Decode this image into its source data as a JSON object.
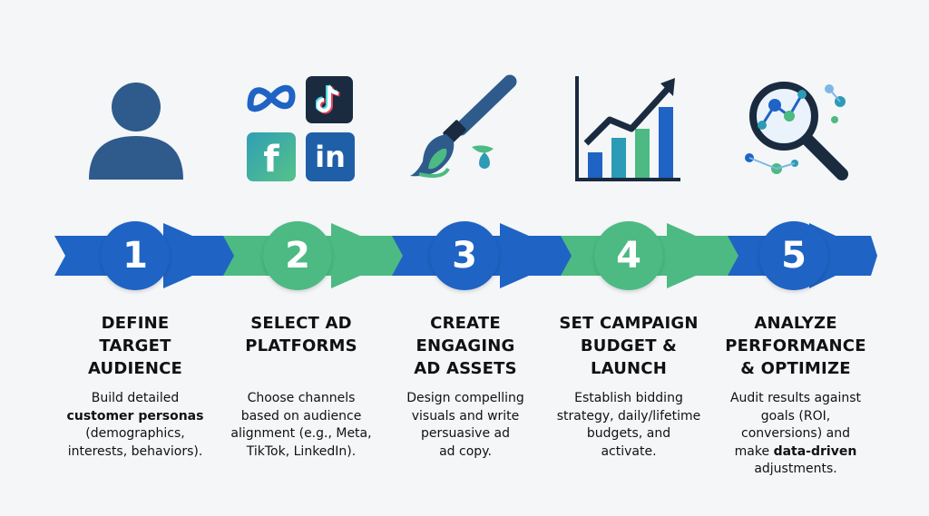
{
  "colors": {
    "blue": "#1f63c4",
    "green": "#4cba82",
    "dark_navy": "#1a2b40",
    "person": "#2e5b8c",
    "light_blue": "#7fb6e8",
    "teal": "#2c9bb5"
  },
  "steps": [
    {
      "number": "1",
      "circle_color": "#1f63c4",
      "icon": "person-icon",
      "title_lines": [
        "DEFINE",
        "TARGET",
        "AUDIENCE"
      ],
      "desc": {
        "pre": "Build detailed",
        "bold": "customer personas",
        "post_lines": [
          "(demographics,",
          "interests, behaviors)."
        ]
      }
    },
    {
      "number": "2",
      "circle_color": "#4cba82",
      "icon": "social-platforms-icon",
      "platform_badges": [
        "meta-icon",
        "tiktok-icon",
        "facebook-icon",
        "linkedin-icon"
      ],
      "linkedin_text": "in",
      "facebook_text": "f",
      "title_lines": [
        "SELECT AD",
        "PLATFORMS"
      ],
      "desc_lines": [
        "Choose channels",
        "based on audience",
        "alignment (e.g., Meta,",
        "TikTok, LinkedIn)."
      ]
    },
    {
      "number": "3",
      "circle_color": "#1f63c4",
      "icon": "paintbrush-icon",
      "title_lines": [
        "CREATE",
        "ENGAGING",
        "AD ASSETS"
      ],
      "desc_lines": [
        "Design compelling",
        "visuals and write",
        "persuasive ad",
        "ad copy."
      ]
    },
    {
      "number": "4",
      "circle_color": "#4cba82",
      "icon": "growth-chart-icon",
      "title_lines": [
        "SET CAMPAIGN",
        "BUDGET &",
        "LAUNCH"
      ],
      "desc_lines": [
        "Establish bidding",
        "strategy, daily/lifetime",
        "budgets, and",
        "activate."
      ]
    },
    {
      "number": "5",
      "circle_color": "#1f63c4",
      "icon": "magnifier-analytics-icon",
      "title_lines": [
        "ANALYZE",
        "PERFORMANCE",
        "& OPTIMIZE"
      ],
      "desc": {
        "lines_before": [
          "Audit results against",
          "goals (ROI,",
          "conversions) and"
        ],
        "pre": "make",
        "bold": "data-driven",
        "post_lines": [
          "adjustments."
        ]
      }
    }
  ]
}
